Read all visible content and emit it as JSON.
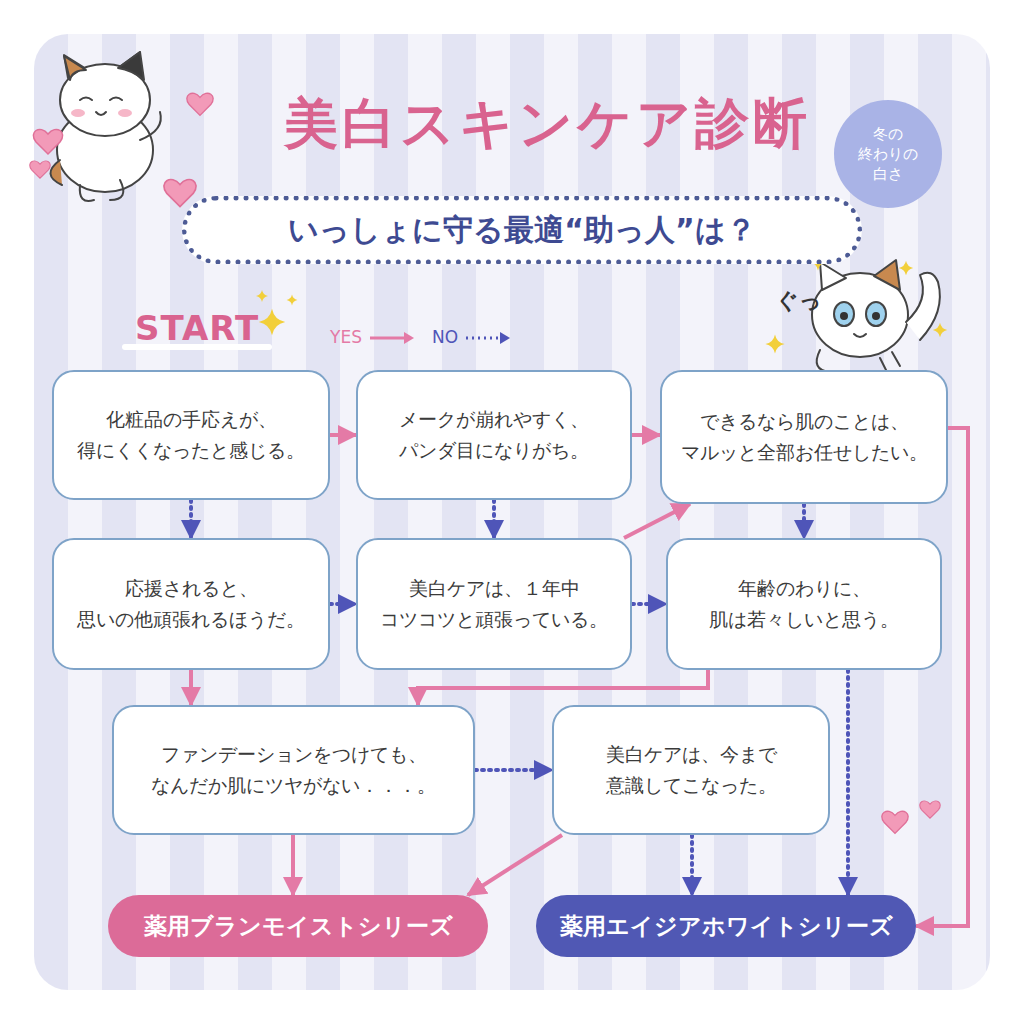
{
  "diagram": {
    "title": "美白スキンケア診断",
    "nodes": [
      {
        "text": [
          "いっしょに守る最適“助っ人”は？"
        ]
      },
      {
        "text": [
          "冬の 終わりの 白さ"
        ]
      },
      {
        "text": [
          "化粧品の手応えが、 得にくくなったと感じる。"
        ]
      },
      {
        "text": [
          "メークが崩れやすく、 パンダ目になりがち。"
        ]
      },
      {
        "text": [
          "できるなら肌のことは、 マルッと全部お任せしたい。"
        ]
      },
      {
        "text": [
          "応援されると、 思いの他頑張れるほうだ。"
        ]
      },
      {
        "text": [
          "美白ケアは、１年中 コツコツと頑張っている。"
        ]
      },
      {
        "text": [
          "年齢のわりに、 肌は若々しいと思う。"
        ]
      },
      {
        "text": [
          "ファンデーションをつけても、 なんだか肌にツヤがない．．．。"
        ]
      },
      {
        "text": [
          "美白ケアは、今まで 意識してこなった。"
        ]
      },
      {
        "text": [
          "薬用ブランモイストシリーズ"
        ]
      },
      {
        "text": [
          "薬用エイジアホワイトシリーズ"
        ]
      }
    ],
    "edges": [
      {
        "from": 2,
        "to": 3,
        "arrow": "to"
      },
      {
        "from": 2,
        "to": 5,
        "arrow": "to"
      },
      {
        "from": 3,
        "to": 4,
        "arrow": "to"
      },
      {
        "from": 3,
        "to": 6,
        "arrow": "to"
      },
      {
        "from": 4,
        "to": 11,
        "arrow": "to"
      },
      {
        "from": 4,
        "to": 7,
        "arrow": "to"
      },
      {
        "from": 5,
        "to": 8,
        "arrow": "to"
      },
      {
        "from": 5,
        "to": 6,
        "arrow": "to"
      },
      {
        "from": 6,
        "to": 4,
        "arrow": "to"
      },
      {
        "from": 6,
        "to": 7,
        "arrow": "to"
      },
      {
        "from": 7,
        "to": 8,
        "arrow": "to"
      },
      {
        "from": 7,
        "to": 11,
        "arrow": "to"
      },
      {
        "from": 8,
        "to": 10,
        "arrow": "to"
      },
      {
        "from": 8,
        "to": 9,
        "arrow": "to"
      },
      {
        "from": 9,
        "to": 10,
        "arrow": "to"
      },
      {
        "from": 9,
        "to": 11,
        "arrow": "to"
      }
    ],
    "labels": [
      "START",
      "ぐっ"
    ],
    "legend": [
      {
        "text": "YES"
      },
      {
        "text": "NO"
      }
    ]
  }
}
